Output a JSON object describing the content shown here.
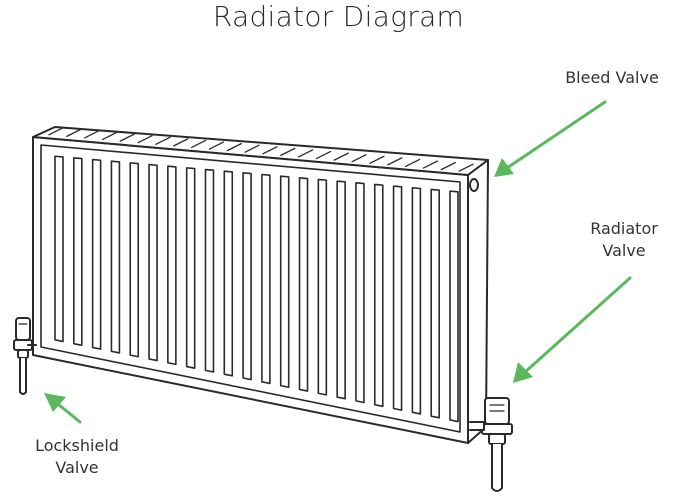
{
  "title": "Radiator Diagram",
  "labels": {
    "bleed_valve": "Bleed Valve",
    "radiator_valve": {
      "line1": "Radiator",
      "line2": "Valve"
    },
    "lockshield_valve": {
      "line1": "Lockshield",
      "line2": "Valve"
    }
  },
  "colors": {
    "arrow": "#5cb85c",
    "line": "#2a2a2a",
    "text": "#333333"
  }
}
